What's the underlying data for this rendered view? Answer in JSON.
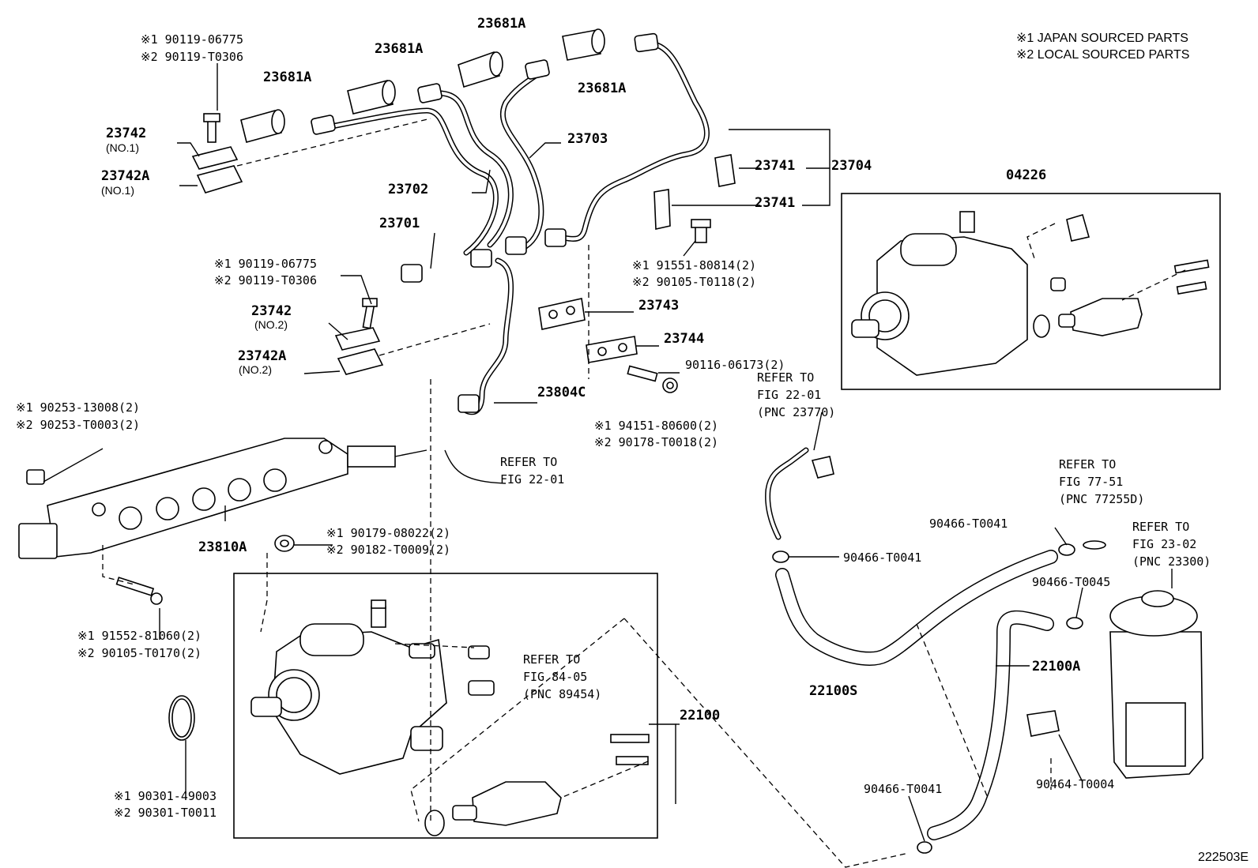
{
  "notes": {
    "japan": "※1 JAPAN SOURCED PARTS",
    "local": "※2 LOCAL SOURCED PARTS"
  },
  "figure_id": "222503E",
  "labels": {
    "p23681a_1": "23681A",
    "p23681a_2": "23681A",
    "p23681a_3": "23681A",
    "p23681a_4": "23681A",
    "bolt_top_1": "※1 90119-06775",
    "bolt_top_2": "※2 90119-T0306",
    "p23742_no1": "23742",
    "p23742_no1_sub": "(NO.1)",
    "p23742a_no1": "23742A",
    "p23742a_no1_sub": "(NO.1)",
    "p23703": "23703",
    "p23702": "23702",
    "p23701": "23701",
    "p23741_a": "23741",
    "p23741_b": "23741",
    "p23704": "23704",
    "bolt_mid_1": "※1 90119-06775",
    "bolt_mid_2": "※2 90119-T0306",
    "p23742_no2": "23742",
    "p23742_no2_sub": "(NO.2)",
    "p23742a_no2": "23742A",
    "p23742a_no2_sub": "(NO.2)",
    "bolt_91551_1": "※1 91551-80814(2)",
    "bolt_91551_2": "※2 90105-T0118(2)",
    "p23743": "23743",
    "p23744": "23744",
    "stud_90116": "90116-06173(2)",
    "nut_1": "※1 94151-80600(2)",
    "nut_2": "※2 90178-T0018(2)",
    "p23804c": "23804C",
    "p04226": "04226",
    "ref_2201_a_1": "REFER TO",
    "ref_2201_a_2": "FIG 22-01",
    "ref_2201_a_3": "(PNC 23770)",
    "plug_1": "※1 90253-13008(2)",
    "plug_2": "※2 90253-T0003(2)",
    "ref_2201_b_1": "REFER TO",
    "ref_2201_b_2": "FIG 22-01",
    "p23810a": "23810A",
    "gasket_1": "※1 90179-08022(2)",
    "gasket_2": "※2 90182-T0009(2)",
    "bolt_91552_1": "※1 91552-81060(2)",
    "bolt_91552_2": "※2 90105-T0170(2)",
    "ring_1": "※1 90301-49003",
    "ring_2": "※2 90301-T0011",
    "ref_8405_1": "REFER TO",
    "ref_8405_2": "FIG 84-05",
    "ref_8405_3": "(PNC 89454)",
    "p22100": "22100",
    "ref_7751_1": "REFER TO",
    "ref_7751_2": "FIG 77-51",
    "ref_7751_3": "(PNC 77255D)",
    "clamp_a": "90466-T0041",
    "clamp_b": "90466-T0041",
    "ref_2302_1": "REFER TO",
    "ref_2302_2": "FIG 23-02",
    "ref_2302_3": "(PNC 23300)",
    "clamp_c": "90466-T0045",
    "p22100s": "22100S",
    "p22100a": "22100A",
    "clamp_d": "90466-T0041",
    "clip_90464": "90464-T0004"
  }
}
